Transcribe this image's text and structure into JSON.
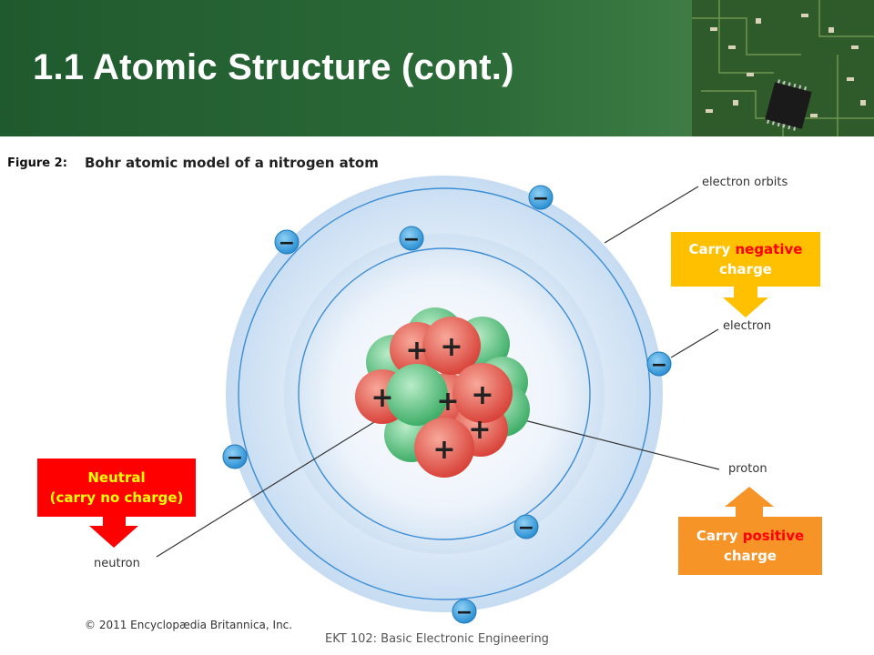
{
  "slide": {
    "title": "1.1  Atomic Structure (cont.)",
    "footer": "EKT 102: Basic Electronic Engineering"
  },
  "figure": {
    "label": "Figure  2:",
    "caption": "Bohr atomic model of a nitrogen atom",
    "copyright": "© 2011 Encyclopædia Britannica, Inc."
  },
  "labels": {
    "electron_orbits": "electron orbits",
    "electron": "electron",
    "proton": "proton",
    "neutron": "neutron"
  },
  "callouts": {
    "negative": {
      "pre": "Carry ",
      "highlight": "negative",
      "post": "charge"
    },
    "neutral": {
      "line1": "Neutral",
      "line2": "(carry no charge)"
    },
    "positive": {
      "pre": "Carry ",
      "highlight": "positive",
      "post": "charge"
    }
  },
  "particles": {
    "electron_symbol": "−",
    "proton_symbol": "+"
  },
  "colors": {
    "header_green": "#2c6a38",
    "electron_blue": "#3aa0de",
    "proton_red": "#e8564a",
    "neutron_green": "#5ec783",
    "callout_yellow": "#ffc000",
    "callout_red": "#ff0000",
    "callout_orange": "#f79428"
  }
}
